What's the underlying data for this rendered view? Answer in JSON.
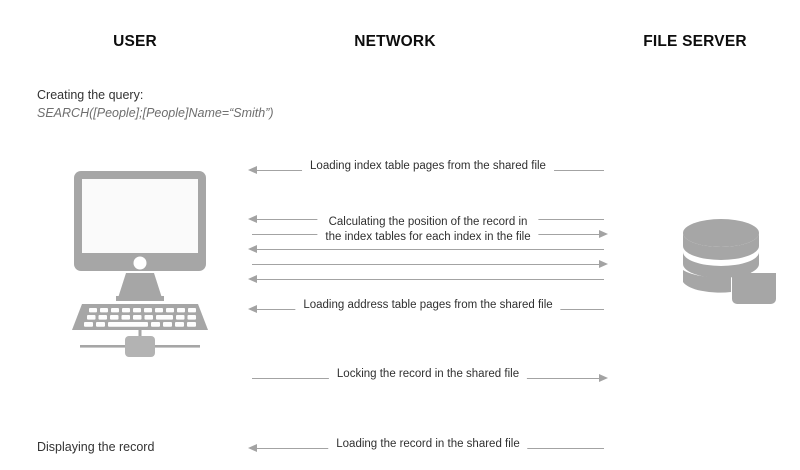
{
  "diagram": {
    "columns": [
      {
        "key": "user",
        "label": "USER"
      },
      {
        "key": "network",
        "label": "NETWORK"
      },
      {
        "key": "server",
        "label": "FILE SERVER"
      }
    ],
    "notes": {
      "creating_query_label": "Creating the query:",
      "query_text": "SEARCH([People];[People]Name=“Smith”)",
      "displaying_record_label": "Displaying the record"
    },
    "messages": [
      {
        "id": "loading-index-table-pages",
        "label": "Loading index table pages from the shared file",
        "direction": "left",
        "lines": 1
      },
      {
        "id": "calculating-position-line-1",
        "label": "",
        "direction": "left",
        "lines": 1
      },
      {
        "id": "calculating-position-line-2",
        "label": "Calculating the position of the record in\nthe index tables for each index in the file",
        "direction": "right",
        "lines": 2
      },
      {
        "id": "calculating-position-line-3",
        "label": "",
        "direction": "left",
        "lines": 1
      },
      {
        "id": "calculating-position-line-4",
        "label": "",
        "direction": "right",
        "lines": 1
      },
      {
        "id": "calculating-position-line-5",
        "label": "",
        "direction": "left",
        "lines": 1
      },
      {
        "id": "loading-address-table-pages",
        "label": "Loading address table pages from the shared file",
        "direction": "left",
        "lines": 1
      },
      {
        "id": "locking-the-record",
        "label": "Locking the record in the shared file",
        "direction": "right",
        "lines": 1
      },
      {
        "id": "loading-the-record",
        "label": "Loading the record in the shared file",
        "direction": "left",
        "lines": 1
      }
    ],
    "icons": {
      "user_workstation": "desktop-computer-icon",
      "file_server": "database-folder-icon"
    },
    "colors": {
      "header_text": "#0d0d0d",
      "note_text": "#333333",
      "query_text": "#6e6e6e",
      "message_text": "#303030",
      "arrow": "#a3a3a3",
      "illustration": "#a6a6a6",
      "screen": "#fafafa",
      "background": "#ffffff"
    }
  }
}
